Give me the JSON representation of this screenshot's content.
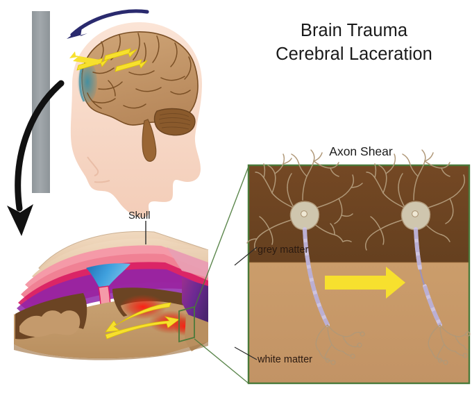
{
  "figure": {
    "title_lines": [
      "Brain Trauma",
      "Cerebral Laceration"
    ],
    "caption": "Axon Shear"
  },
  "labels": {
    "skull": "Skull",
    "grey_matter": "grey matter",
    "white_matter": "white matter"
  },
  "colors": {
    "background": "#ffffff",
    "text": "#1a1a1a",
    "label_text_dark": "#2b1a10",
    "wall_gray": "#9aa0a4",
    "impact_arrow_navy": "#2a2a6e",
    "force_arrow_black": "#111111",
    "shear_arrow_yellow": "#f7e02e",
    "skin_pink": "#f7d9c8",
    "brain_tan": "#c49a6c",
    "brain_outline": "#7a4f25",
    "cerebellum": "#8a5a2c",
    "contusion_teal": "#3f8fa3",
    "skull_bone": "#e8c9a8",
    "dura_pink": "#f59aa8",
    "meninges_magenta": "#c2185b",
    "meninges_purple": "#7b2d8e",
    "sinus_blue": "#2f8fd0",
    "cortex_brown": "#6b4423",
    "hemorrhage_red": "#e8201a",
    "panel_border_green": "#4a7a3a",
    "grey_matter_bg": "#6d4322",
    "white_matter_bg": "#c89a68",
    "neuron_body": "#e8dcc0",
    "neuron_outline": "#b8a888",
    "axon_myelin": "#cdc3e0"
  },
  "panel": {
    "border_color": "#4a7a3a",
    "grey_matter_fill": "#6d4322",
    "white_matter_fill": "#c89a68",
    "neuron_count": 2,
    "neurons": [
      {
        "name": "intact-neuron",
        "axon_state": "intact"
      },
      {
        "name": "sheared-neuron",
        "axon_state": "sheared"
      }
    ]
  },
  "annotations": {
    "impact_arrow": "curved navy arrow indicating head impact against wall",
    "force_arrow": "thick black curved arrow linking impact site to tissue cross-section",
    "shear_arrows": "yellow arrows indicating shearing force direction",
    "zoom_marker": "green rectangle marking the magnified tissue region"
  }
}
